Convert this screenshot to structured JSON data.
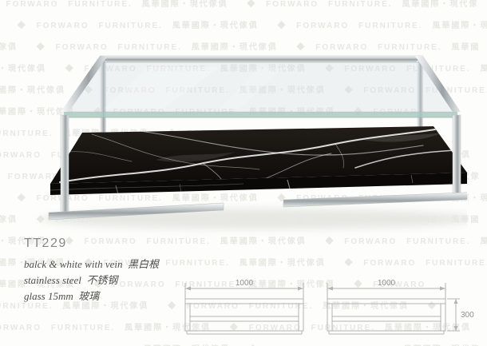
{
  "watermark": {
    "text": "◆ FORWARO FURNITURE. 風華國際・現代傢俱",
    "color": "#e8e8e3"
  },
  "product": {
    "code": "TT229",
    "specs": [
      "balck & white with vein  黑白根",
      "stainless steel  不锈钢",
      "glass 15mm  玻璃"
    ]
  },
  "drawings": {
    "front": {
      "width_label": "1000"
    },
    "side": {
      "width_label": "1000",
      "height_label": "300"
    }
  },
  "colors": {
    "marble_dark": "#0d0b09",
    "marble_light": "#221d18",
    "vein": "#ffffff",
    "chrome_light": "#fafbfb",
    "chrome_dark": "#9aa1a4",
    "glass_tint": "rgba(208,222,224,0.32)",
    "glass_edge": "rgba(170,200,192,0.85)",
    "drawing_line": "#b3b3b0",
    "dim_text": "#8f8f8c",
    "spec_text": "#4f4f4d",
    "code_text": "#878787"
  }
}
